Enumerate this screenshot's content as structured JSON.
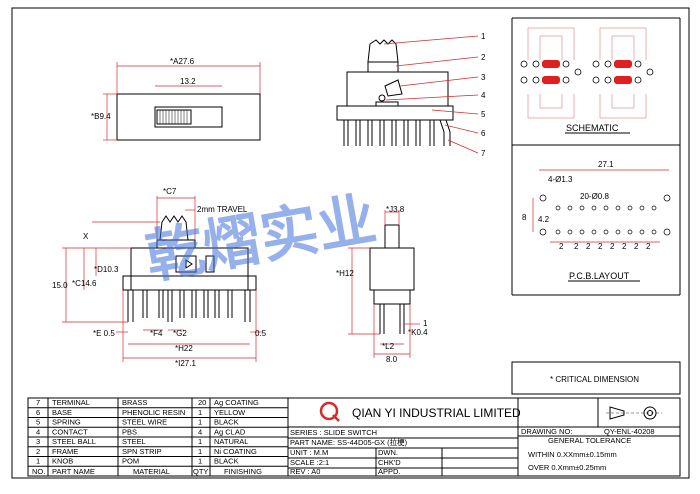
{
  "drawing": {
    "top_view": {
      "dim_a": "*A27.6",
      "dim_b": "*B9.4",
      "dim_slot": "13.2"
    },
    "side_view": {
      "callouts": [
        "1",
        "2",
        "3",
        "4",
        "5",
        "6",
        "7"
      ]
    },
    "front_view": {
      "dim_c7": "*C7",
      "travel": "2mm TRAVEL",
      "x": "X",
      "dim_d": "*D10.3",
      "dim_c": "*C14.6",
      "dim_15": "15.0",
      "dim_e": "*E 0.5",
      "dim_f": "*F4",
      "dim_g": "*G2",
      "dim_05": "0.5",
      "dim_h": "*H22",
      "dim_i": "*I27.1"
    },
    "end_view": {
      "dim_j": "*J3.8",
      "dim_h12": "*H12",
      "dim_1": "1",
      "dim_k": "*K0.4",
      "dim_l": "*L2",
      "dim_8": "8.0"
    },
    "schematic_title": "SCHEMATIC",
    "pcb": {
      "dim_271": "27.1",
      "dim_hole": "4-Ø1.3",
      "dim_pins": "20-Ø0.8",
      "dim_8": "8",
      "dim_42": "4.2",
      "pitch": "2",
      "title": "P.C.B.LAYOUT"
    },
    "critical_note": "* CRITICAL DIMENSION",
    "watermark": "乾熠实业"
  },
  "title_block": {
    "company": "QIAN YI INDUSTRIAL LIMITED",
    "logo_letter": "Q",
    "series": "SERIES : SLIDE SWITCH",
    "part_name": "PART NAME: SS-44D05-GX (拉梗)",
    "unit": "UNIT : M.M",
    "scale": "SCALE :2:1",
    "rev": "REV  : A0",
    "dwn": "DWN.",
    "chkd": "CHK'D",
    "appd": "APPD.",
    "drawing_no_label": "DRAWING NO:",
    "drawing_no": "QY-ENL-40208",
    "general_tolerance": "GENERAL TOLERANCE",
    "tol_within": "WITHIN 0.XXmm±0.15mm",
    "tol_over": "OVER   0.Xmm±0.25mm"
  },
  "bom": {
    "rows": [
      [
        "7",
        "TERMINAL",
        "BRASS",
        "20",
        "Ag COATING"
      ],
      [
        "6",
        "BASE",
        "PHENOLIC RESIN",
        "1",
        "YELLOW"
      ],
      [
        "5",
        "SPRING",
        "STEEL WIRE",
        "1",
        "BLACK"
      ],
      [
        "4",
        "CONTACT",
        "PBS",
        "4",
        "Ag CLAD"
      ],
      [
        "3",
        "STEEL BALL",
        "STEEL",
        "1",
        "NATURAL"
      ],
      [
        "2",
        "FRAME",
        "SPN STRIP",
        "1",
        "Ni COATING"
      ],
      [
        "1",
        "KNOB",
        "POM",
        "1",
        "BLACK"
      ]
    ],
    "header": [
      "NO.",
      "PART NAME",
      "MATERIAL",
      "QTY",
      "FINISHING"
    ]
  }
}
